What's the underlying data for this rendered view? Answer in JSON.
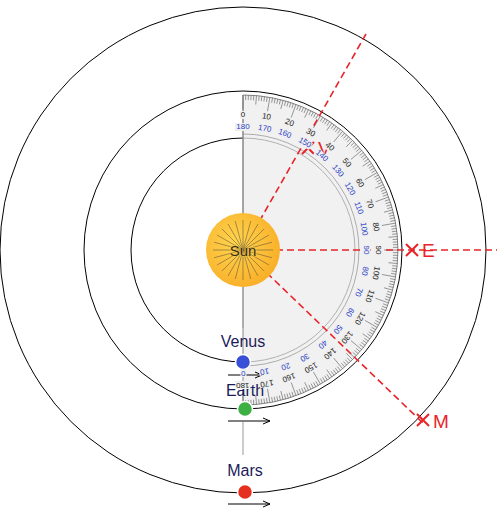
{
  "diagram": {
    "nodes": [
      {
        "text": [
          "Sun"
        ]
      },
      {
        "text": [
          "Venus"
        ]
      },
      {
        "text": [
          "Earth"
        ]
      },
      {
        "text": [
          "Mars"
        ]
      }
    ],
    "labels": [
      "V",
      "E",
      "M",
      "0",
      "10",
      "20",
      "30",
      "40",
      "50",
      "60",
      "70",
      "80",
      "90",
      "100",
      "110",
      "120",
      "130",
      "140",
      "150",
      "160",
      "170",
      "180",
      "180",
      "170",
      "160",
      "150",
      "140",
      "130",
      "120",
      "110",
      "100",
      "90",
      "80",
      "70",
      "60",
      "50",
      "40",
      "30",
      "20",
      "10",
      "0"
    ]
  }
}
